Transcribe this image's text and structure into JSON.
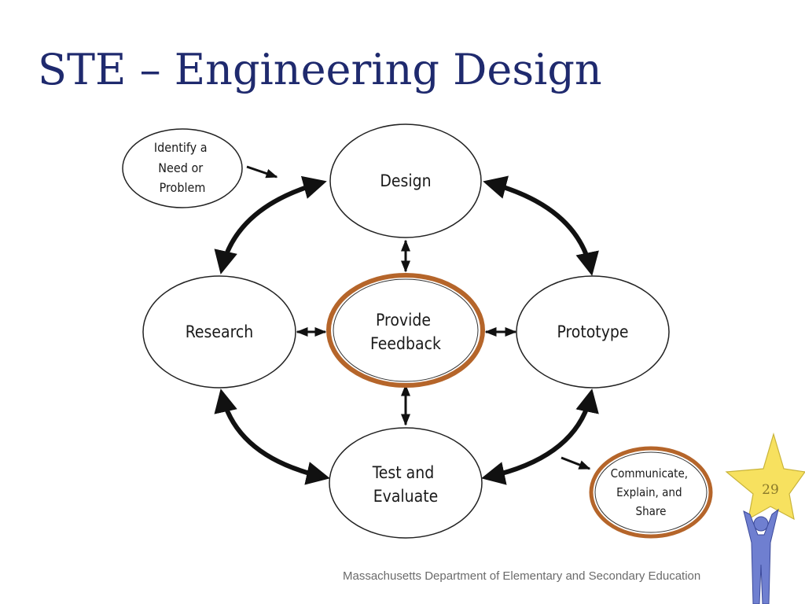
{
  "slide": {
    "title": "STE – Engineering Design",
    "footer": "Massachusetts Department of Elementary and Secondary Education",
    "page_number": "29"
  },
  "diagram": {
    "nodes": {
      "identify": [
        "Identify a",
        "Need or",
        "Problem"
      ],
      "design": [
        "Design"
      ],
      "research": [
        "Research"
      ],
      "feedback": [
        "Provide",
        "Feedback"
      ],
      "prototype": [
        "Prototype"
      ],
      "test": [
        "Test and",
        "Evaluate"
      ],
      "communicate": [
        "Communicate,",
        "Explain, and",
        "Share"
      ]
    },
    "colors": {
      "title": "#1f2a6e",
      "highlight_ring": "#b5652a",
      "star": "#f7e15f",
      "figure": "#6f7fd0"
    }
  }
}
